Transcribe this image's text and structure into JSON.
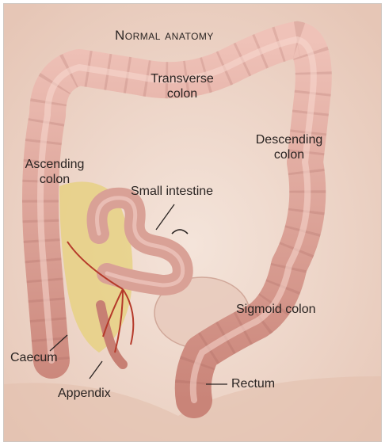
{
  "title": "Normal anatomy",
  "labels": {
    "transverse_colon": [
      "Transverse",
      "colon"
    ],
    "descending_colon": [
      "Descending",
      "colon"
    ],
    "ascending_colon": [
      "Ascending",
      "colon"
    ],
    "small_intestine": "Small intestine",
    "sigmoid_colon": "Sigmoid colon",
    "caecum": "Caecum",
    "appendix": "Appendix",
    "rectum": "Rectum"
  },
  "colors": {
    "skin": "#f1ddd2",
    "colon": "#d79a8f",
    "colon_shadow": "#9c5a52",
    "fat": "#e6d07a",
    "vessel": "#b53a2a",
    "label_text": "#2a2422"
  }
}
